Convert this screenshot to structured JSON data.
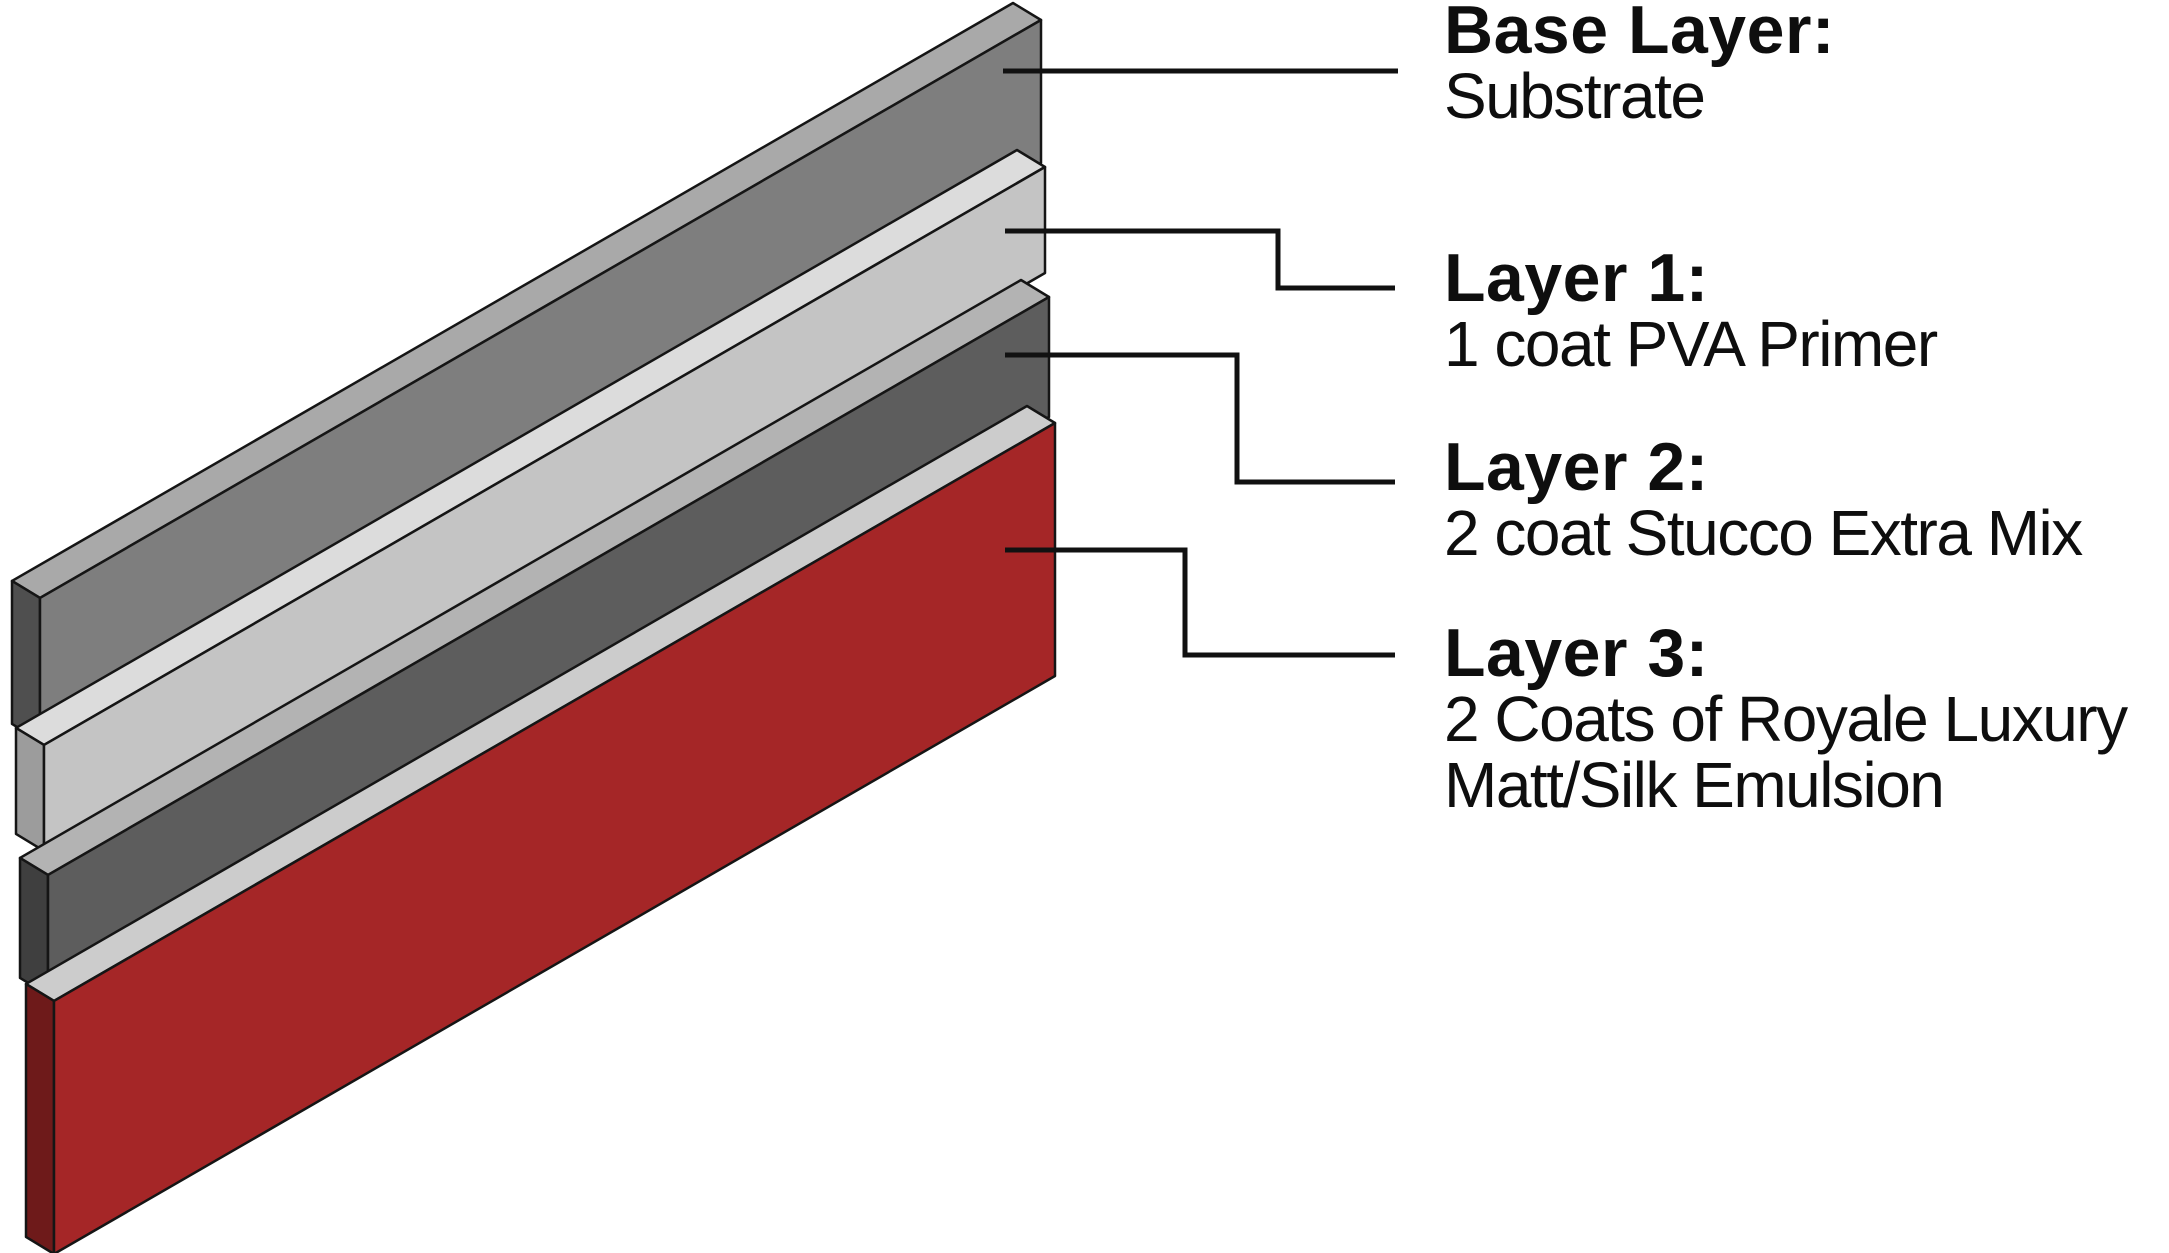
{
  "page": {
    "background": "#ffffff"
  },
  "colors": {
    "outline": "#151515",
    "leader_line": "#111111",
    "text": "#0e0e0e"
  },
  "layers": [
    {
      "key": "substrate",
      "label_title": "Base Layer:",
      "label_lines": [
        "Substrate"
      ],
      "face_color": "#7e7e7e",
      "top_color": "#a9a9a9",
      "side_color": "#4f4f4f"
    },
    {
      "key": "pva-primer",
      "label_title": "Layer 1:",
      "label_lines": [
        "1 coat PVA Primer"
      ],
      "face_color": "#c4c4c4",
      "top_color": "#dcdcdc",
      "side_color": "#9c9c9c"
    },
    {
      "key": "stucco",
      "label_title": "Layer 2:",
      "label_lines": [
        "2 coat Stucco Extra Mix"
      ],
      "face_color": "#5d5d5d",
      "top_color": "#b3b3b3",
      "side_color": "#3f3f3f"
    },
    {
      "key": "emulsion",
      "label_title": "Layer 3:",
      "label_lines": [
        "2 Coats of Royale Luxury",
        "Matt/Silk Emulsion"
      ],
      "face_color": "#a52627",
      "top_color": "#cccccc",
      "side_color": "#6e1a1a"
    }
  ]
}
